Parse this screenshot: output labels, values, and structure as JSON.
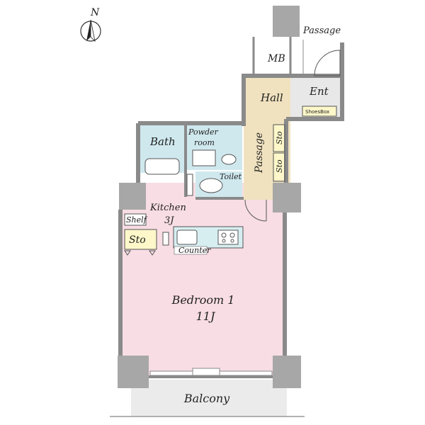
{
  "compass": {
    "label": "N"
  },
  "rooms": {
    "passage_top": "Passage",
    "mb": "MB",
    "hall": "Hall",
    "ent": "Ent",
    "shoes_box": "ShoesBox",
    "passage": "Passage",
    "sto_upper": "Sto",
    "sto_lower": "Sto",
    "bath": "Bath",
    "powder_room_line1": "Powder",
    "powder_room_line2": "room",
    "toilet": "Toilet",
    "kitchen_name": "Kitchen",
    "kitchen_size": "3J",
    "shelf": "Shelf",
    "sto_kitchen": "Sto",
    "counter": "Counter",
    "bedroom_name": "Bedroom 1",
    "bedroom_size": "11J",
    "balcony": "Balcony"
  },
  "colors": {
    "bedroom": "#f8dde4",
    "bath": "#cfe8ee",
    "hall": "#f0e2bf",
    "ent": "#e8e8e8",
    "sto": "#fdf7c9",
    "balcony": "#ebebeb",
    "wall": "#a7a7a7"
  }
}
